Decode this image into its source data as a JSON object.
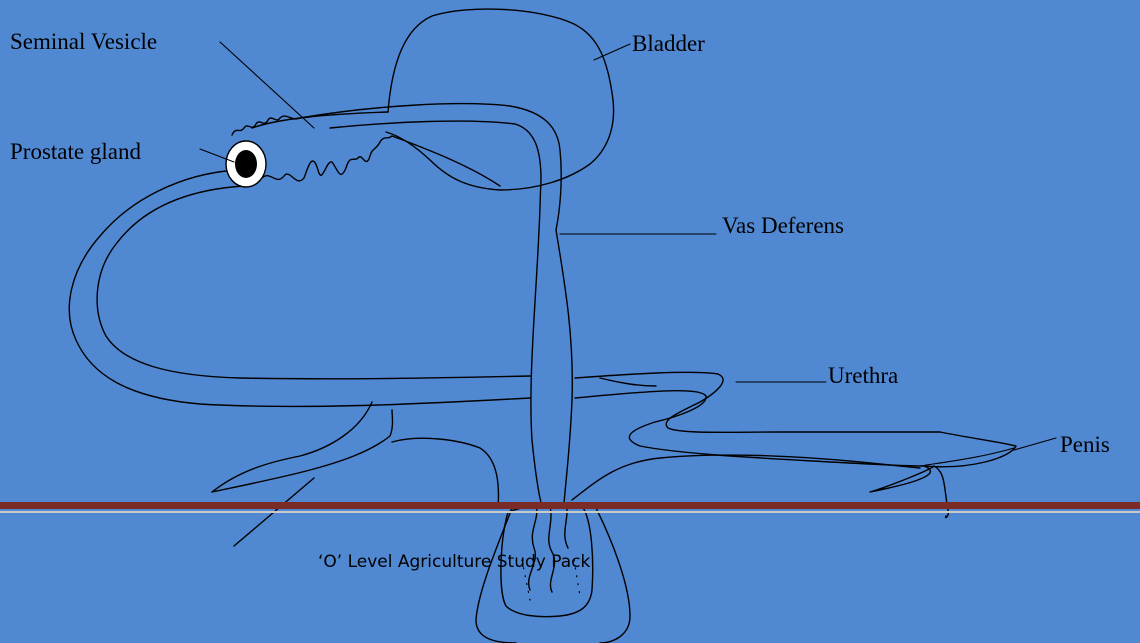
{
  "labels": {
    "seminal_vesicle": "Seminal Vesicle",
    "bladder": "Bladder",
    "prostate_gland": "Prostate gland",
    "vas_deferens": "Vas Deferens",
    "urethra": "Urethra",
    "penis": "Penis"
  },
  "footer": {
    "text": "‘O’ Level Agriculture Study Pack"
  },
  "colors": {
    "background": "#5088d2",
    "rule_dark": "#7a2b25",
    "rule_light": "#c9c9c9"
  }
}
